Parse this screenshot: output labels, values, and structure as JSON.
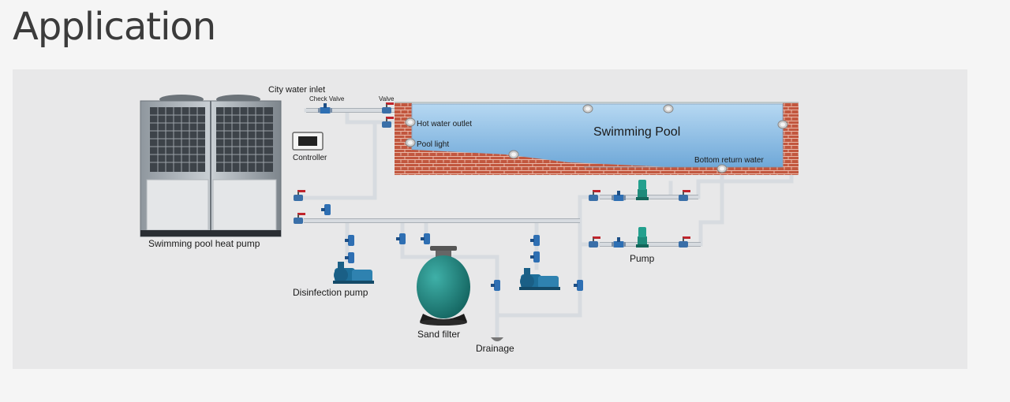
{
  "title": "Application",
  "diagram": {
    "labels": {
      "city_water_inlet": "City water inlet",
      "check_valve": "Check Valve",
      "valve": "Valve",
      "hot_water_outlet": "Hot water outlet",
      "pool_light": "Pool light",
      "swimming_pool": "Swimming Pool",
      "bottom_return_water": "Bottom return water",
      "controller": "Controller",
      "heat_pump": "Swimming pool heat pump",
      "disinfection_pump": "Disinfection pump",
      "sand_filter": "Sand filter",
      "drainage": "Drainage",
      "pump": "Pump"
    },
    "colors": {
      "pipe": "#d9dde2",
      "pool_water": "#8fbfe6",
      "brick": "#c2573f",
      "valve": "#2e6fb3",
      "pump": "#1e8a7a",
      "filter": "#1f8d86"
    }
  }
}
